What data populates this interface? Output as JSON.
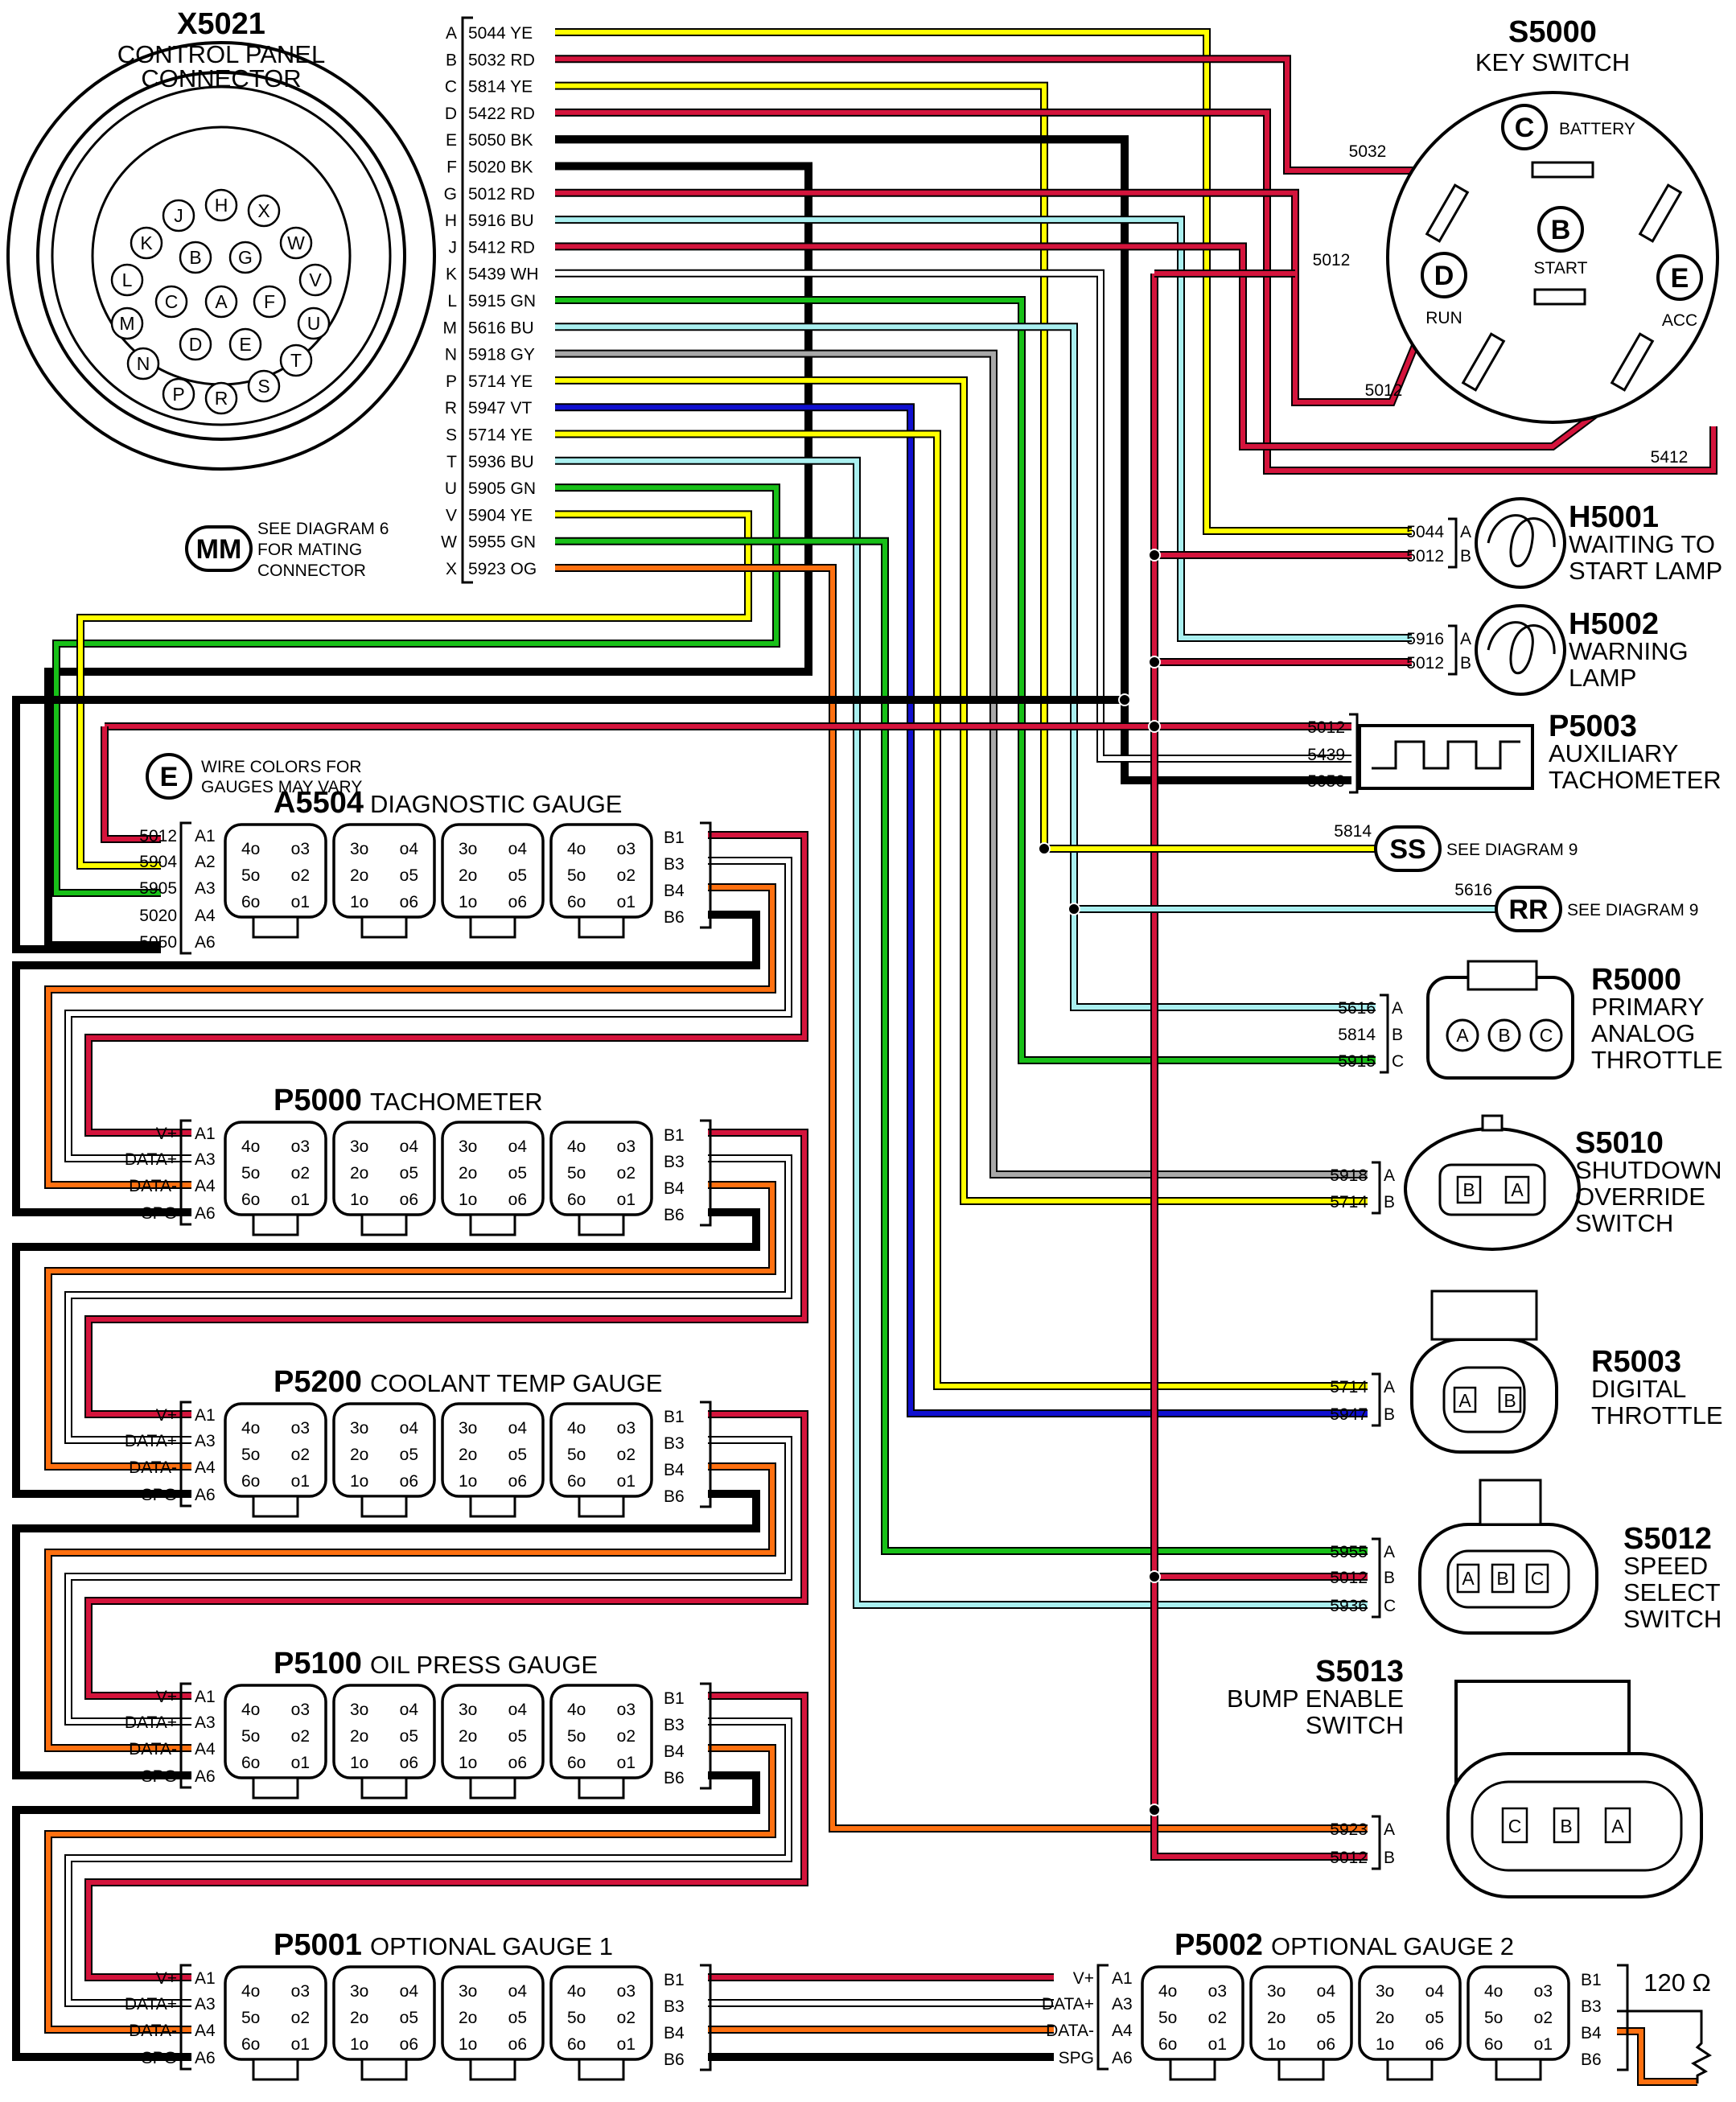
{
  "colors": {
    "YE": "#ffff00",
    "RD": "#d4143c",
    "BK": "#000000",
    "BU": "#aaf0f0",
    "DB": "#1010d0",
    "GN": "#18c018",
    "GY": "#a8a8a8",
    "WH": "#ffffff",
    "OG": "#ff7010"
  },
  "x5021": {
    "id": "X5021",
    "line1": "CONTROL PANEL",
    "line2": "CONNECTOR",
    "cavities": [
      "A",
      "B",
      "C",
      "D",
      "E",
      "F",
      "G",
      "H",
      "J",
      "K",
      "L",
      "M",
      "N",
      "P",
      "R",
      "S",
      "T",
      "U",
      "V",
      "W",
      "X"
    ],
    "mm_label": "MM",
    "mm_note": [
      "SEE DIAGRAM 6",
      "FOR MATING",
      "CONNECTOR"
    ]
  },
  "connector_pins": [
    {
      "pin": "A",
      "label": "5044 YE"
    },
    {
      "pin": "B",
      "label": "5032 RD"
    },
    {
      "pin": "C",
      "label": "5814 YE"
    },
    {
      "pin": "D",
      "label": "5422 RD"
    },
    {
      "pin": "E",
      "label": "5050 BK"
    },
    {
      "pin": "F",
      "label": "5020 BK"
    },
    {
      "pin": "G",
      "label": "5012 RD"
    },
    {
      "pin": "H",
      "label": "5916 BU"
    },
    {
      "pin": "J",
      "label": "5412 RD"
    },
    {
      "pin": "K",
      "label": "5439 WH"
    },
    {
      "pin": "L",
      "label": "5915 GN"
    },
    {
      "pin": "M",
      "label": "5616 BU"
    },
    {
      "pin": "N",
      "label": "5918 GY"
    },
    {
      "pin": "P",
      "label": "5714 YE"
    },
    {
      "pin": "R",
      "label": "5947 VT"
    },
    {
      "pin": "S",
      "label": "5714 YE"
    },
    {
      "pin": "T",
      "label": "5936 BU"
    },
    {
      "pin": "U",
      "label": "5905 GN"
    },
    {
      "pin": "V",
      "label": "5904 YE"
    },
    {
      "pin": "W",
      "label": "5955 GN"
    },
    {
      "pin": "X",
      "label": "5923 OG"
    }
  ],
  "key_switch": {
    "id": "S5000",
    "name": "KEY SWITCH",
    "terminals": [
      {
        "letter": "C",
        "name": "BATTERY"
      },
      {
        "letter": "B",
        "name": "START"
      },
      {
        "letter": "D",
        "name": "RUN"
      },
      {
        "letter": "E",
        "name": "ACC"
      }
    ],
    "wire_labels": [
      "5032",
      "5012",
      "5012",
      "5412"
    ]
  },
  "components": [
    {
      "id": "H5001",
      "lines": [
        "WAITING TO",
        "START LAMP"
      ],
      "pins": [
        {
          "wire": "5044",
          "pin": "A"
        },
        {
          "wire": "5012",
          "pin": "B"
        }
      ]
    },
    {
      "id": "H5002",
      "lines": [
        "WARNING",
        "LAMP"
      ],
      "pins": [
        {
          "wire": "5916",
          "pin": "A"
        },
        {
          "wire": "5012",
          "pin": "B"
        }
      ]
    },
    {
      "id": "P5003",
      "lines": [
        "AUXILIARY",
        "TACHOMETER"
      ],
      "pins": [
        {
          "wire": "5012",
          "pin": ""
        },
        {
          "wire": "5439",
          "pin": ""
        },
        {
          "wire": "5050",
          "pin": ""
        }
      ]
    },
    {
      "id": "R5000",
      "lines": [
        "PRIMARY",
        "ANALOG",
        "THROTTLE"
      ],
      "pins": [
        {
          "wire": "5616",
          "pin": "A"
        },
        {
          "wire": "5814",
          "pin": "B"
        },
        {
          "wire": "5915",
          "pin": "C"
        }
      ]
    },
    {
      "id": "S5010",
      "lines": [
        "SHUTDOWN",
        "OVERRIDE",
        "SWITCH"
      ],
      "pins": [
        {
          "wire": "5918",
          "pin": "A"
        },
        {
          "wire": "5714",
          "pin": "B"
        }
      ]
    },
    {
      "id": "R5003",
      "lines": [
        "DIGITAL",
        "THROTTLE"
      ],
      "pins": [
        {
          "wire": "5714",
          "pin": "A"
        },
        {
          "wire": "5947",
          "pin": "B"
        }
      ]
    },
    {
      "id": "S5012",
      "lines": [
        "SPEED",
        "SELECT",
        "SWITCH"
      ],
      "pins": [
        {
          "wire": "5955",
          "pin": "A"
        },
        {
          "wire": "5012",
          "pin": "B"
        },
        {
          "wire": "5936",
          "pin": "C"
        }
      ]
    },
    {
      "id": "S5013",
      "lines": [
        "BUMP ENABLE",
        "SWITCH"
      ],
      "pins": [
        {
          "wire": "5923",
          "pin": "A"
        },
        {
          "wire": "5012",
          "pin": "B"
        }
      ]
    }
  ],
  "refs": [
    {
      "wire": "5814",
      "label": "SS",
      "text": "SEE DIAGRAM 9"
    },
    {
      "wire": "5616",
      "label": "RR",
      "text": "SEE DIAGRAM 9"
    }
  ],
  "gauge_note": {
    "label": "E",
    "lines": [
      "WIRE COLORS FOR",
      "GAUGES MAY VARY"
    ]
  },
  "gauges": [
    {
      "id": "A5504",
      "name": "DIAGNOSTIC GAUGE",
      "left_labels": [
        "5012",
        "5904",
        "5905",
        "5020",
        "5050"
      ],
      "left_pins": [
        "A1",
        "A2",
        "A3",
        "A4",
        "A6"
      ]
    },
    {
      "id": "P5000",
      "name": "TACHOMETER",
      "left_labels": [
        "V+",
        "DATA+",
        "DATA-",
        "SPG"
      ],
      "left_pins": [
        "A1",
        "A3",
        "A4",
        "A6"
      ]
    },
    {
      "id": "P5200",
      "name": "COOLANT TEMP GAUGE",
      "left_labels": [
        "V+",
        "DATA+",
        "DATA-",
        "SPG"
      ],
      "left_pins": [
        "A1",
        "A3",
        "A4",
        "A6"
      ]
    },
    {
      "id": "P5100",
      "name": "OIL PRESS GAUGE",
      "left_labels": [
        "V+",
        "DATA+",
        "DATA-",
        "SPG"
      ],
      "left_pins": [
        "A1",
        "A3",
        "A4",
        "A6"
      ]
    },
    {
      "id": "P5001",
      "name": "OPTIONAL GAUGE 1",
      "left_labels": [
        "V+",
        "DATA+",
        "DATA-",
        "SPG"
      ],
      "left_pins": [
        "A1",
        "A3",
        "A4",
        "A6"
      ]
    },
    {
      "id": "P5002",
      "name": "OPTIONAL GAUGE 2",
      "left_labels": [
        "V+",
        "DATA+",
        "DATA-",
        "SPG"
      ],
      "left_pins": [
        "A1",
        "A3",
        "A4",
        "A6"
      ]
    }
  ],
  "gauge_right_pins": [
    "B1",
    "B3",
    "B4",
    "B6"
  ],
  "terminator": {
    "label": "120 Ω",
    "pins": [
      "B3",
      "B4"
    ]
  }
}
